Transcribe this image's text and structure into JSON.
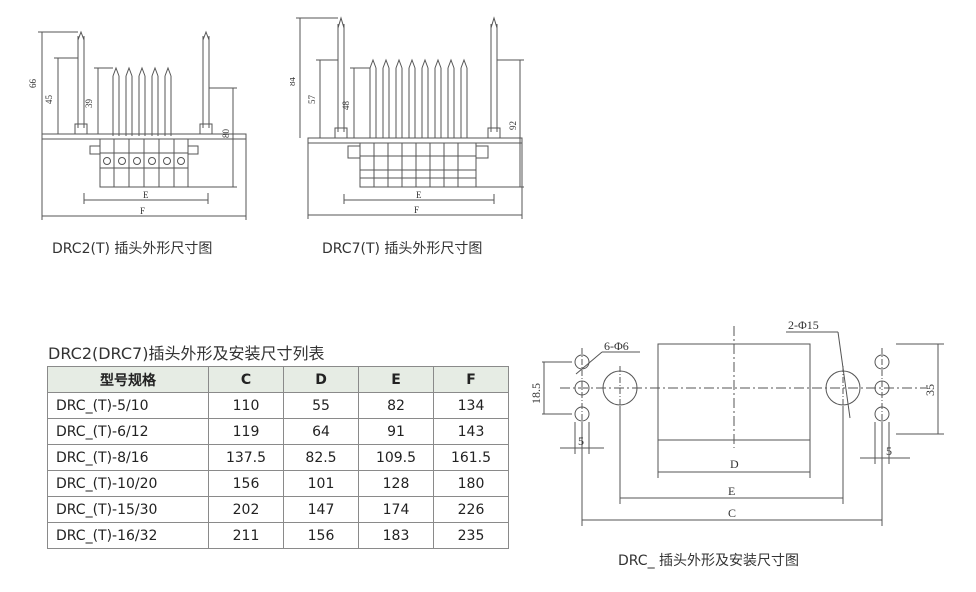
{
  "figure1": {
    "caption": "DRC2(T) 插头外形尺寸图",
    "dims": {
      "d66": "66",
      "d45": "45",
      "d39": "39",
      "d80": "80",
      "E": "E",
      "F": "F"
    }
  },
  "figure2": {
    "caption": "DRC7(T) 插头外形尺寸图",
    "dims": {
      "d84": "84",
      "d57": "57",
      "d48": "48",
      "d92": "92",
      "E": "E",
      "F": "F"
    }
  },
  "table": {
    "title": "DRC2(DRC7)插头外形及安装尺寸列表",
    "headers": [
      "型号规格",
      "C",
      "D",
      "E",
      "F"
    ],
    "rows": [
      [
        "DRC_(T)-5/10",
        "110",
        "55",
        "82",
        "134"
      ],
      [
        "DRC_(T)-6/12",
        "119",
        "64",
        "91",
        "143"
      ],
      [
        "DRC_(T)-8/16",
        "137.5",
        "82.5",
        "109.5",
        "161.5"
      ],
      [
        "DRC_(T)-10/20",
        "156",
        "101",
        "128",
        "180"
      ],
      [
        "DRC_(T)-15/30",
        "202",
        "147",
        "174",
        "226"
      ],
      [
        "DRC_(T)-16/32",
        "211",
        "156",
        "183",
        "235"
      ]
    ]
  },
  "figure3": {
    "caption": "DRC_ 插头外形及安装尺寸图",
    "dims": {
      "holes6": "6-Φ6",
      "holes2": "2-Φ15",
      "d18_5": "18.5",
      "d35": "35",
      "d5a": "5",
      "d5b": "5",
      "D": "D",
      "E": "E",
      "C": "C"
    }
  }
}
